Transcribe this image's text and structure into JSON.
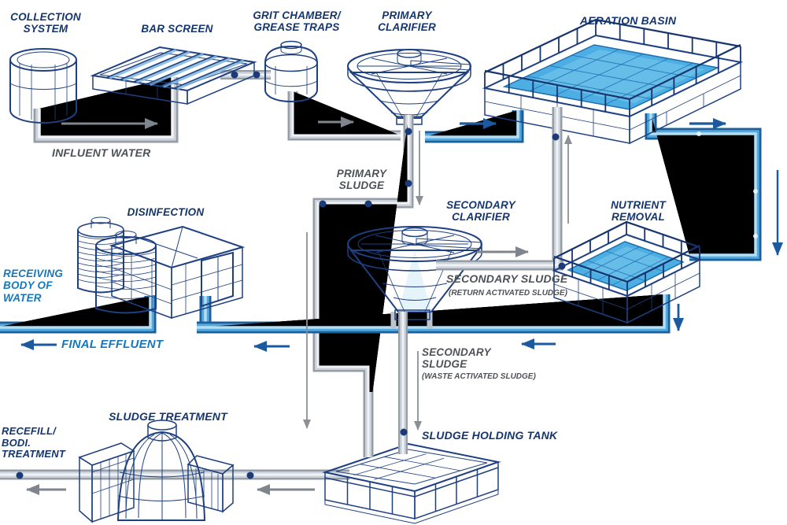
{
  "diagram": {
    "type": "process-flow",
    "subject": "wastewater treatment plant",
    "labels": {
      "collection_system": "COLLECTION\nSYSTEM",
      "bar_screen": "BAR SCREEN",
      "grit_chamber": "GRIT CHAMBER/\nGREASE TRAPS",
      "primary_clarifier": "PRIMARY\nCLARIFIER",
      "aeration_basin": "AERATION BASIN",
      "influent_water": "INFLUENT WATER",
      "primary_sludge": "PRIMARY\nSLUDGE",
      "disinfection": "DISINFECTION",
      "secondary_clarifier": "SECONDARY\nCLARIFIER",
      "nutrient_removal": "NUTRIENT\nREMOVAL",
      "receiving_body": "RECEIVING\nBODY OF\nWATER",
      "secondary_sludge_return": "SECONDARY SLUDGE",
      "secondary_sludge_return_sub": "(RETURN ACTIVATED SLUDGE)",
      "final_effluent": "FINAL EFFLUENT",
      "secondary_sludge_waste": "SECONDARY\nSLUDGE",
      "secondary_sludge_waste_sub": "(WASTE ACTIVATED SLUDGE)",
      "sludge_treatment": "SLUDGE TREATMENT",
      "recefill": "RECEFILL/\nBODI.\nTREATMENT",
      "sludge_holding_tank": "SLUDGE HOLDING TANK"
    },
    "colors": {
      "label_navy": "#14356d",
      "label_gray": "#4e5156",
      "label_blue": "#1577bd",
      "outline_navy": "#1e4080",
      "pipe_gray": "#ccd2d9",
      "pipe_blue": "#55a8dc",
      "water_blue": "#4daee3",
      "arrow_blue": "#1b5a9e",
      "arrow_gray": "#7f858c"
    }
  }
}
